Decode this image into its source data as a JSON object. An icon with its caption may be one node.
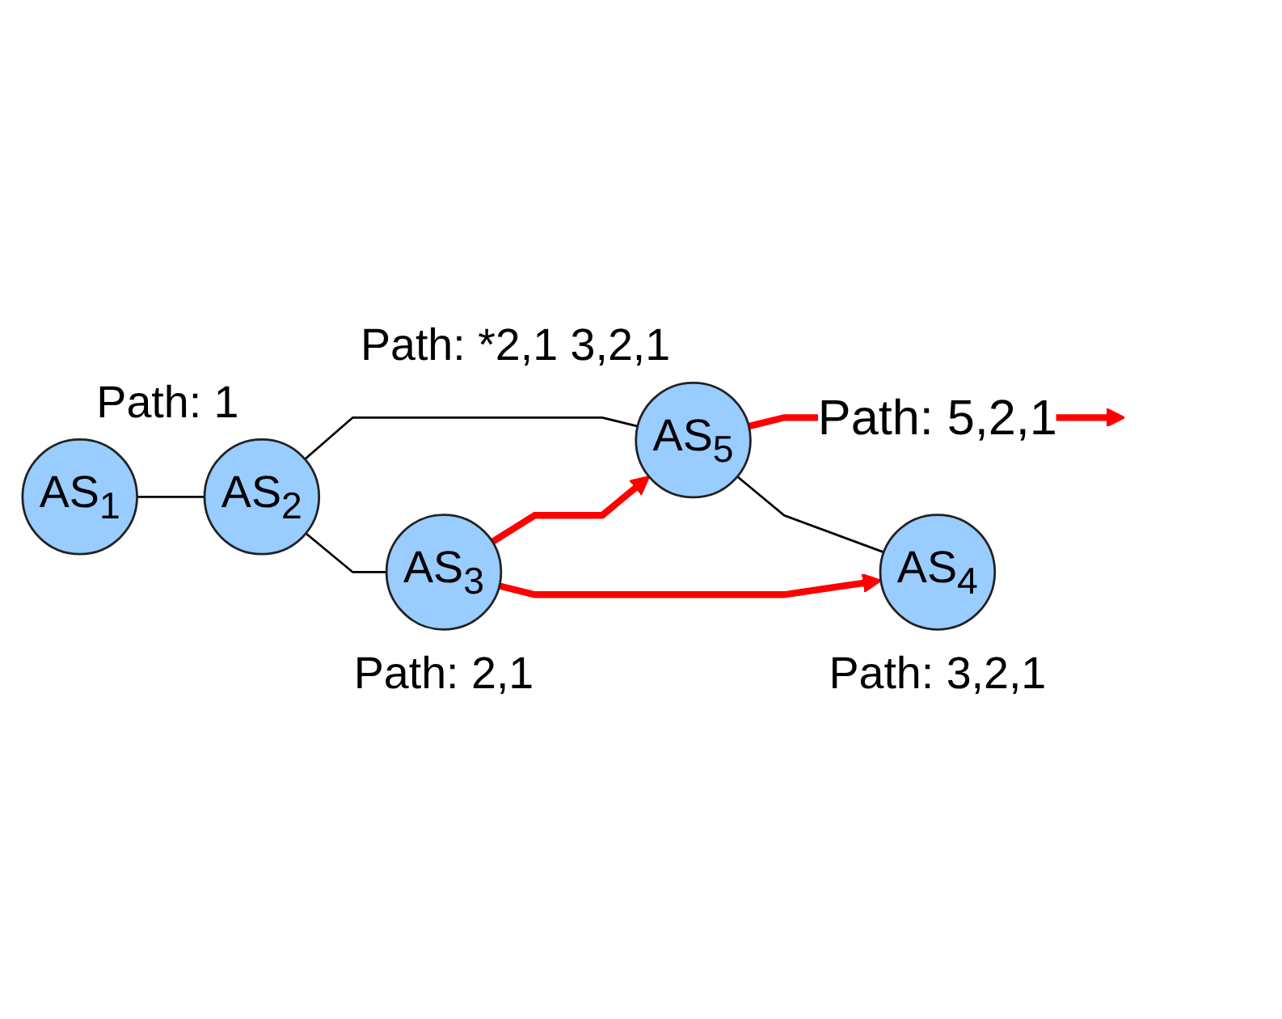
{
  "diagram": {
    "nodes": [
      {
        "text": [
          "AS$_{5}$"
        ],
        "beside": [
          "Path: *2,1 3,2,1"
        ]
      },
      {
        "text": [
          "AS$_{2}$"
        ],
        "beside": [
          "Path: 1"
        ]
      },
      {
        "text": [
          "AS$_{3}$"
        ],
        "beside": [
          "Path: 2,1"
        ]
      },
      {
        "text": [
          "AS$_{4}$"
        ],
        "beside": [
          "Path: 3,2,1"
        ]
      },
      {
        "text": [
          "AS$_{1}$"
        ]
      }
    ],
    "edges": [
      {
        "from": 0,
        "to": null,
        "arrow": "to",
        "label": "Path: 5,2,1",
        "style": "thick",
        "color": "#ff0000"
      },
      {
        "from": 1,
        "to": 0,
        "arrow": "none"
      },
      {
        "from": 2,
        "to": 0,
        "arrow": "to",
        "style": "thick",
        "color": "#ff0000"
      },
      {
        "from": 0,
        "to": 3,
        "arrow": "none"
      },
      {
        "from": 1,
        "to": 2,
        "arrow": "none"
      },
      {
        "from": 2,
        "to": 3,
        "arrow": "to",
        "style": "thick",
        "color": "#ff0000"
      },
      {
        "from": 1,
        "to": 4,
        "arrow": "none"
      }
    ]
  }
}
